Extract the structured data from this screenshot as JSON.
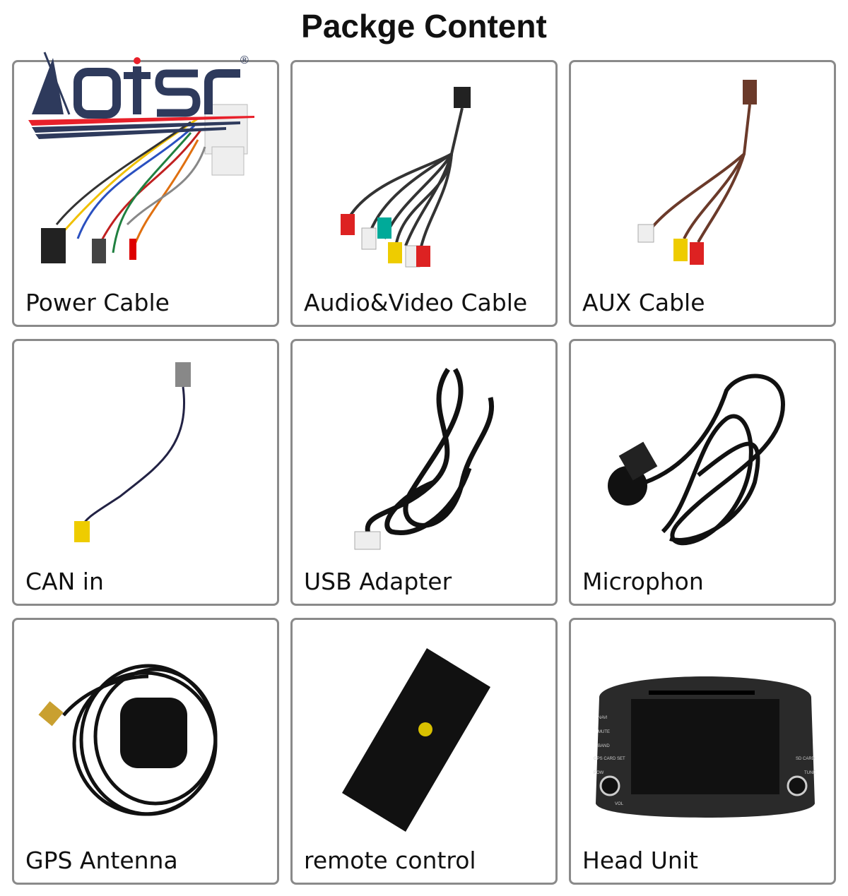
{
  "title": "Packge Content",
  "brand": {
    "logo_text": "Aotsr",
    "registered_mark": "®",
    "colors": {
      "navy": "#2e3a5c",
      "red": "#e8202a"
    }
  },
  "items": [
    {
      "label": "Power Cable",
      "icon": "wire-harness"
    },
    {
      "label": "Audio&Video Cable",
      "icon": "rca-cable"
    },
    {
      "label": "AUX Cable",
      "icon": "aux-rca-cable"
    },
    {
      "label": "CAN in",
      "icon": "can-cable"
    },
    {
      "label": "USB Adapter",
      "icon": "usb-cable"
    },
    {
      "label": "Microphon",
      "icon": "microphone"
    },
    {
      "label": "GPS Antenna",
      "icon": "gps-antenna"
    },
    {
      "label": "remote control",
      "icon": "remote-control"
    },
    {
      "label": "Head Unit",
      "icon": "head-unit"
    }
  ],
  "head_unit_buttons": {
    "left": [
      "NAVI",
      "MUTE",
      "BAND",
      "GPS CARD SET"
    ],
    "right": [
      "SD CARD"
    ],
    "knobs": [
      "POW",
      "VOL",
      "TUNE"
    ]
  },
  "colors": {
    "border": "#8a8a8a",
    "text": "#111111"
  }
}
